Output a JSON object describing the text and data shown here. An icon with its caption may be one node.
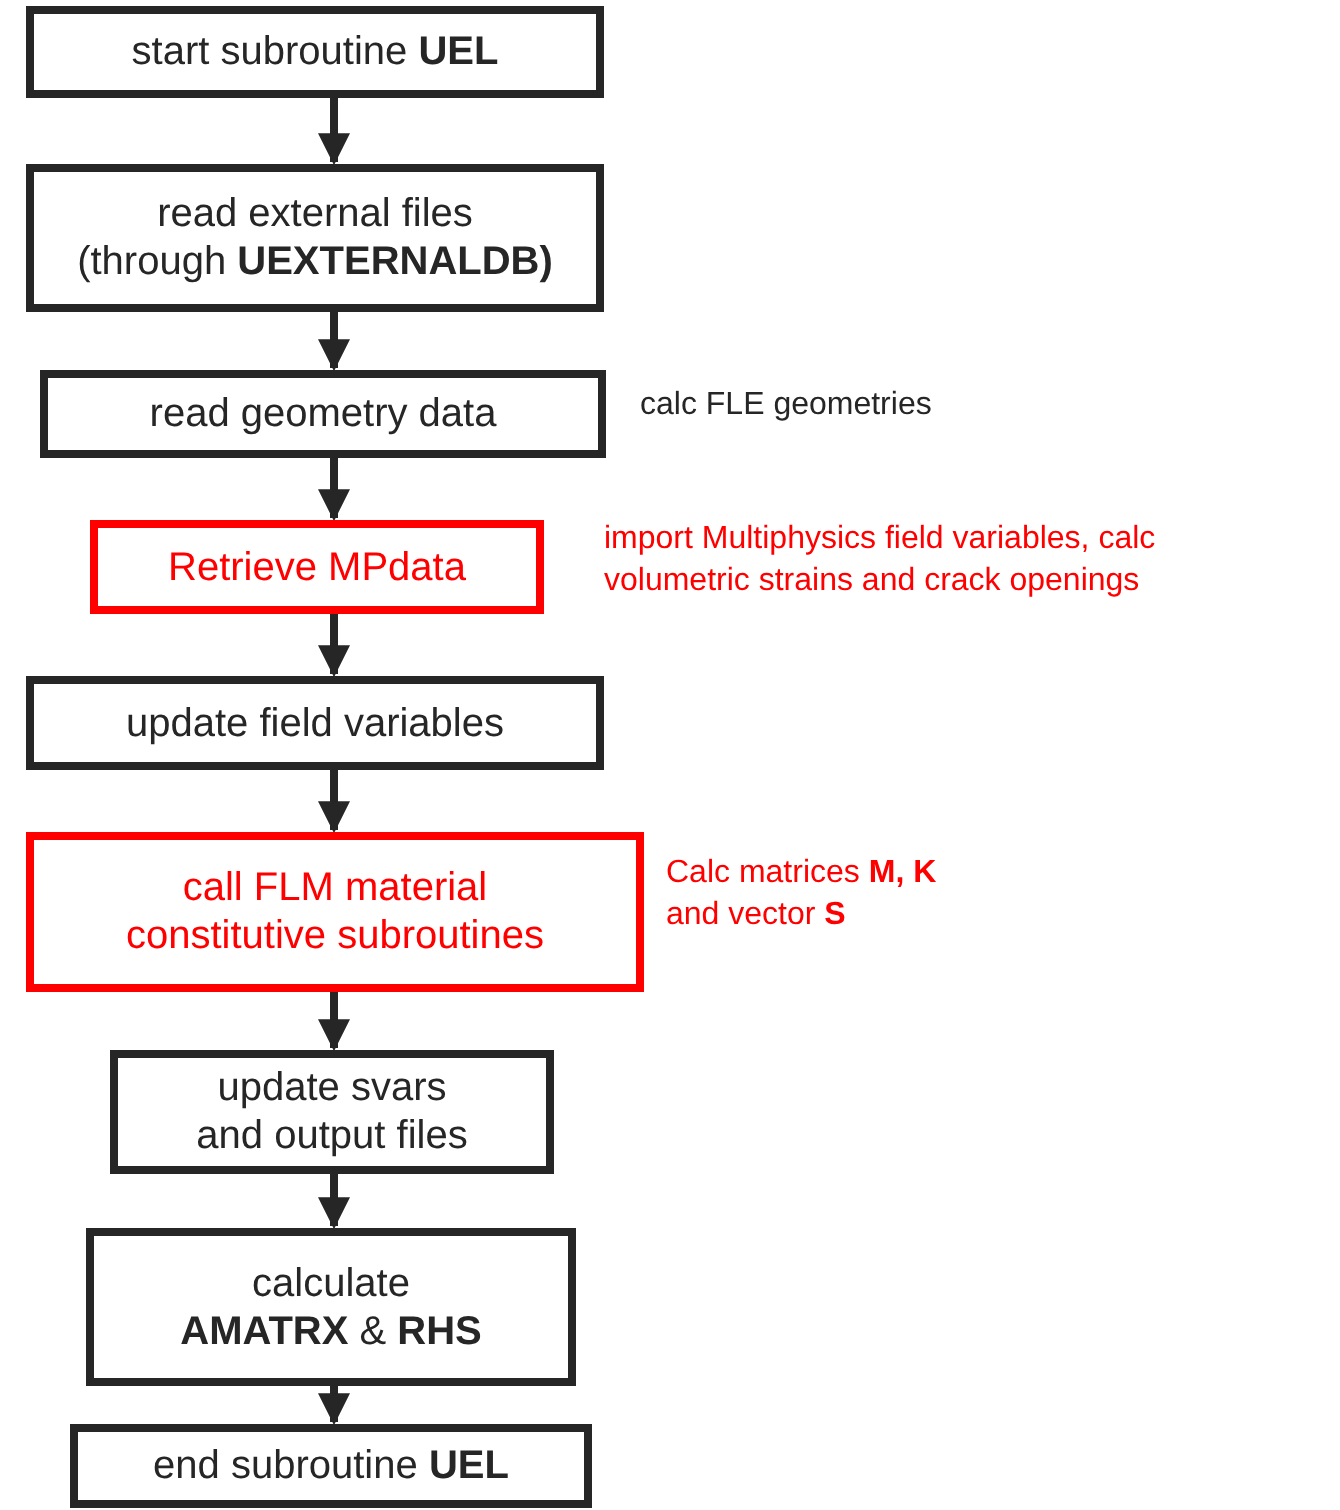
{
  "diagram": {
    "nodes": [
      {
        "text": [
          "start subroutine **UEL**"
        ]
      },
      {
        "text": [
          "read external files (through **UEXTERNALDB)**"
        ]
      },
      {
        "text": [
          "read geometry data"
        ],
        "beside": [
          "calc FLE geometries"
        ]
      },
      {
        "text": [
          "Retrieve MPdata"
        ],
        "beside": [
          "import Multiphysics field variables, calc volumetric strains and crack openings"
        ]
      },
      {
        "text": [
          "update field variables"
        ]
      },
      {
        "text": [
          "call FLM material constitutive subroutines"
        ],
        "beside": [
          "Calc matrices **M, K** and vector **S**"
        ]
      },
      {
        "text": [
          "update svars and output files"
        ]
      },
      {
        "text": [
          "calculate **AMATRX** & **RHS**"
        ]
      },
      {
        "text": [
          "end subroutine **UEL**"
        ]
      }
    ],
    "edges": [
      {
        "from": 0,
        "to": 1,
        "arrow": "to"
      },
      {
        "from": 1,
        "to": 2,
        "arrow": "to"
      },
      {
        "from": 2,
        "to": 3,
        "arrow": "to"
      },
      {
        "from": 3,
        "to": 4,
        "arrow": "to"
      },
      {
        "from": 4,
        "to": 5,
        "arrow": "to"
      },
      {
        "from": 5,
        "to": 6,
        "arrow": "to"
      },
      {
        "from": 6,
        "to": 7,
        "arrow": "to"
      },
      {
        "from": 7,
        "to": 8,
        "arrow": "to"
      }
    ]
  }
}
